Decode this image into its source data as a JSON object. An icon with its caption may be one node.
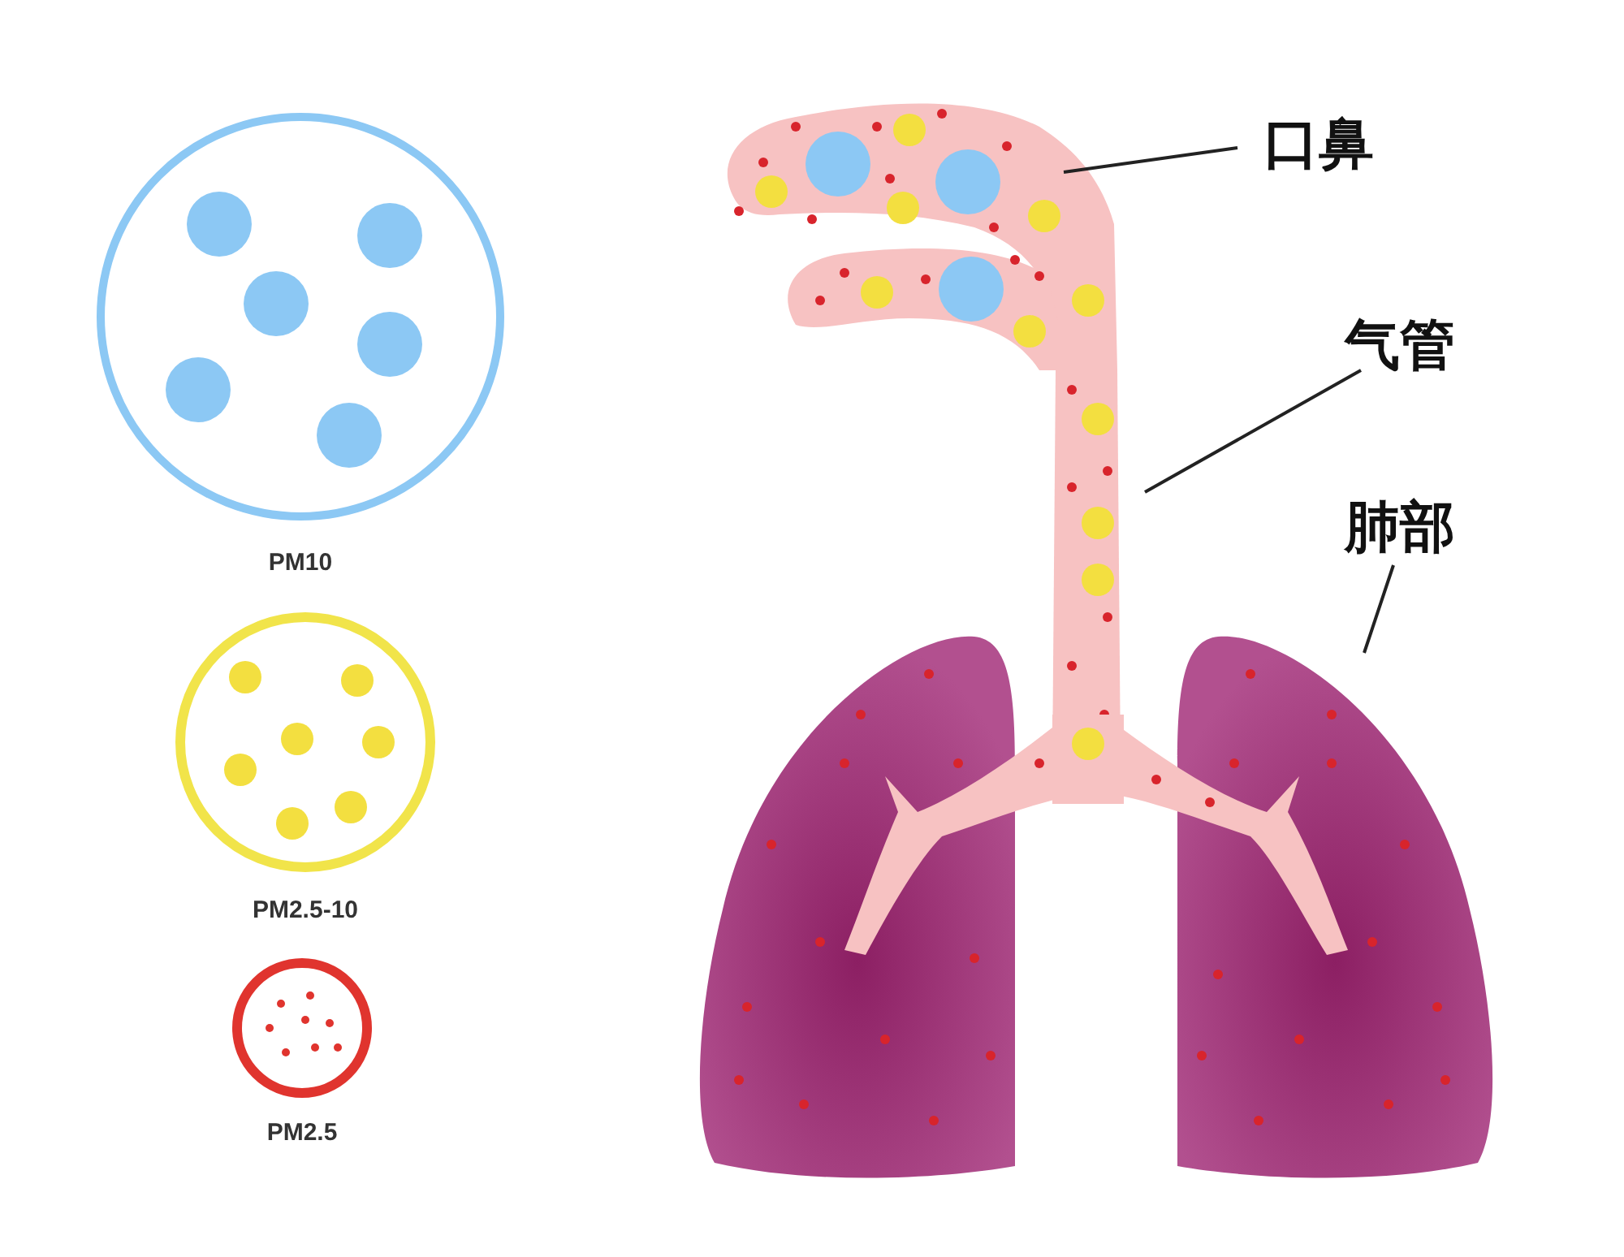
{
  "diagram": {
    "nodes": [
      {
        "text": [
          "PM10"
        ]
      },
      {
        "text": [
          "PM2.5-10"
        ]
      },
      {
        "text": [
          "PM2.5"
        ]
      },
      {
        "text": [
          "口鼻"
        ]
      },
      {
        "text": [
          "气管"
        ]
      },
      {
        "text": [
          "肺部"
        ]
      },
      {
        "text": [],
        "shape": "picture"
      },
      {
        "text": [],
        "shape": "picture"
      },
      {
        "text": [],
        "shape": "picture"
      }
    ],
    "edges": [
      {
        "from": 3,
        "to": 6,
        "arrow": "none"
      },
      {
        "from": 4,
        "to": 7,
        "arrow": "none"
      },
      {
        "from": 5,
        "to": 8,
        "arrow": "none"
      }
    ]
  }
}
